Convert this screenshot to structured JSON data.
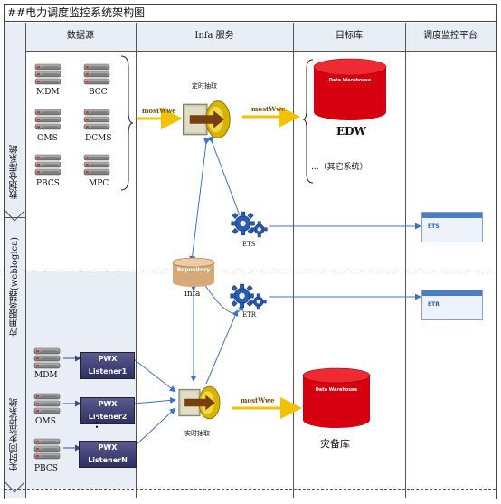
{
  "diagram": {
    "title": "##电力调度监控系统架构图",
    "columns": {
      "datasource": "数据源",
      "infa": "Infa 服务",
      "target": "目标库",
      "platform": "调度监控平台"
    },
    "rows": {
      "warehouse": "数据仓库系统",
      "app_server": "应用服务器(weblogica)",
      "realtime": "实时同步监控系统"
    },
    "sources_top": [
      "MDM",
      "BCC",
      "OMS",
      "DCMS",
      "PBCS",
      "MPC"
    ],
    "sources_bottom": [
      "MDM",
      "OMS",
      "PBCS"
    ],
    "listeners": [
      "PWX Listener1",
      "PWX Listener2",
      "PWX ListenerN"
    ],
    "ellipsis": "⋮",
    "scheduled_extract": "定时抽取",
    "realtime_extract": "实时抽取",
    "arrow_label": "mostWwe",
    "edw_cylinder": "Data Warehouse",
    "edw": "EDW",
    "other_systems": "...（其它系统）",
    "ets": "ETS",
    "etr": "ETR",
    "repository_text": "Repository",
    "infa_repo": "infa",
    "backup_cylinder": "Data Warehouse",
    "backup": "灾备库",
    "screen_label": "ETR"
  },
  "colors": {
    "lane_bg": "#e9eef6",
    "arrow_yellow": "#f2c200",
    "link_blue": "#3b73c8",
    "cylinder_red": "#d60010",
    "gear_blue": "#2a5db0",
    "server_gray": "#8a8a8a"
  }
}
